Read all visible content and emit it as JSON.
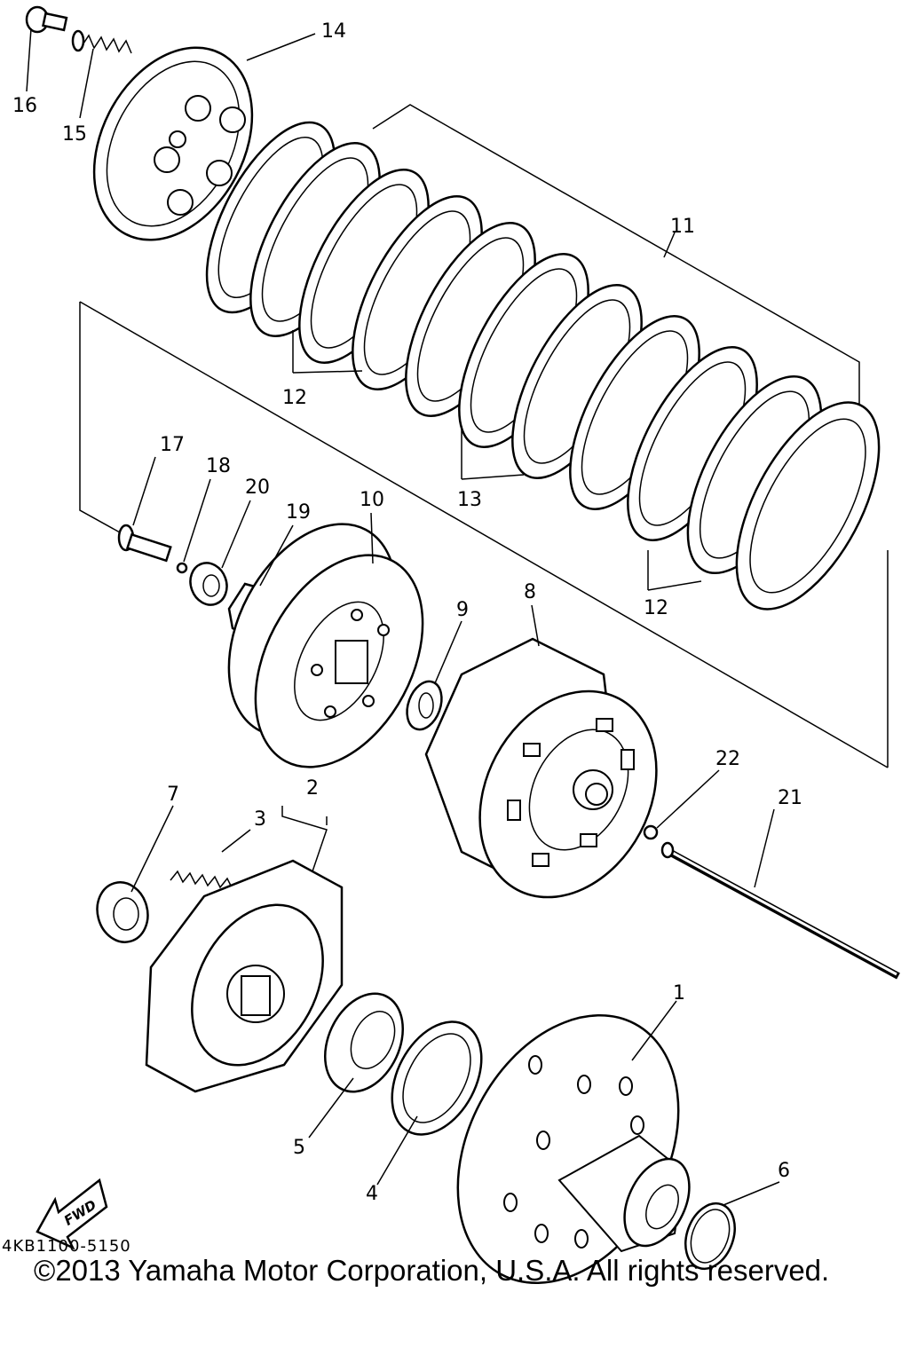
{
  "callouts": {
    "c1": "1",
    "c2": "2",
    "c3": "3",
    "c4": "4",
    "c5": "5",
    "c6": "6",
    "c7": "7",
    "c8": "8",
    "c9": "9",
    "c10": "10",
    "c11": "11",
    "c12a": "12",
    "c12b": "12",
    "c13": "13",
    "c14": "14",
    "c15": "15",
    "c16": "16",
    "c17": "17",
    "c18": "18",
    "c19": "19",
    "c20": "20",
    "c21": "21",
    "c22": "22"
  },
  "fwd_label": "FWD",
  "diagram_code": "4KB1100-5150",
  "copyright": "©2013 Yamaha Motor Corporation, U.S.A. All rights reserved."
}
